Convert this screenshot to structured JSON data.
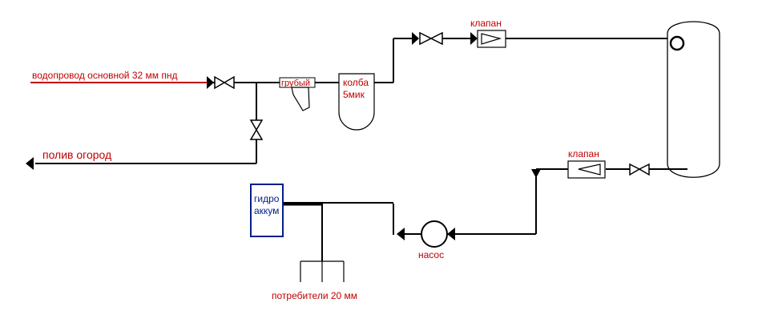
{
  "labels": {
    "main_supply": "водопровод основной 32 мм пнд",
    "garden": "полив огород",
    "coarse_filter": "грубый",
    "flask_line1": "колба",
    "flask_line2": "5мик",
    "valve_top": "клапан",
    "valve_bottom": "клапан",
    "accumulator_line1": "гидро",
    "accumulator_line2": "аккум",
    "pump": "насос",
    "consumers": "потребители 20 мм"
  },
  "colors": {
    "pipe": "#000000",
    "label": "#c00000",
    "accumulator_text": "#001f8a",
    "accumulator_border": "#001f8a"
  }
}
